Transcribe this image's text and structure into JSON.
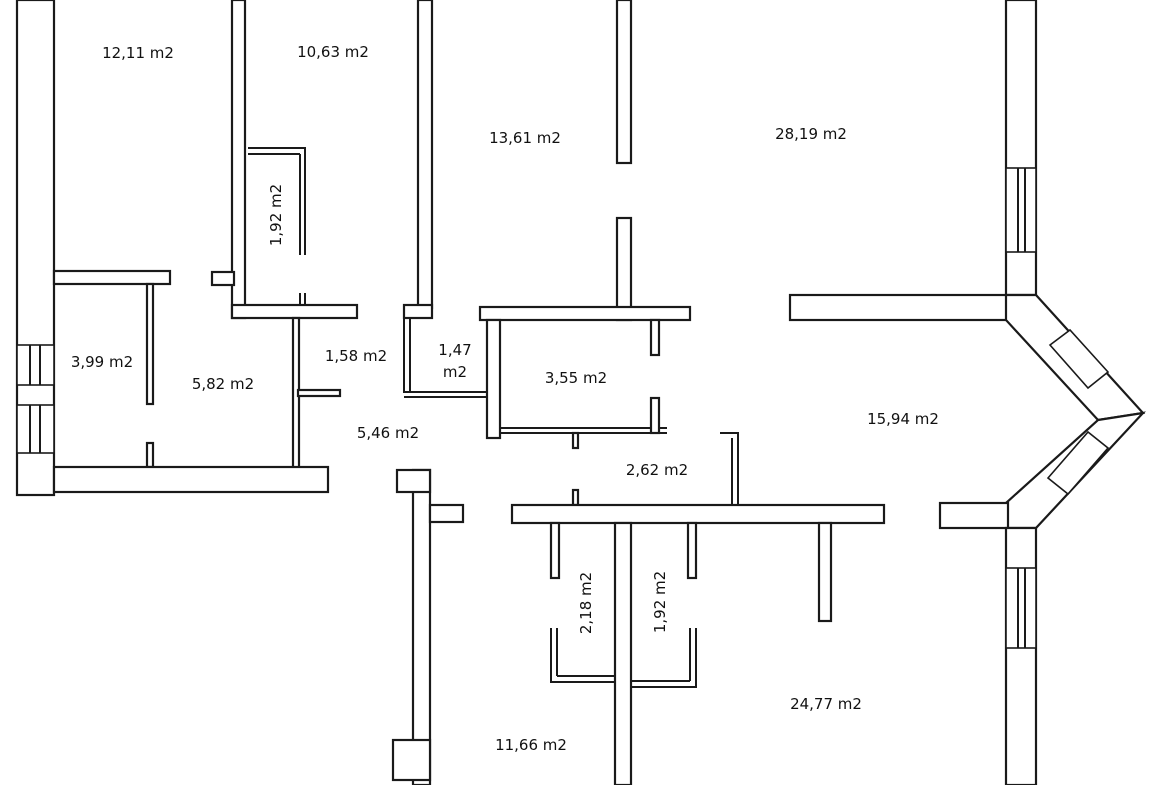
{
  "rooms": [
    {
      "id": "r1",
      "area": "12,11 m2"
    },
    {
      "id": "r2",
      "area": "10,63 m2"
    },
    {
      "id": "r3",
      "area": "13,61 m2"
    },
    {
      "id": "r4",
      "area": "28,19 m2"
    },
    {
      "id": "r5",
      "area": "1,92 m2"
    },
    {
      "id": "r6",
      "area": "3,99 m2"
    },
    {
      "id": "r7",
      "area": "5,82 m2"
    },
    {
      "id": "r8",
      "area": "1,58 m2"
    },
    {
      "id": "r9",
      "area_line1": "1,47",
      "area_line2": "m2"
    },
    {
      "id": "r10",
      "area": "3,55 m2"
    },
    {
      "id": "r11",
      "area": "15,94 m2"
    },
    {
      "id": "r12",
      "area": "5,46 m2"
    },
    {
      "id": "r13",
      "area": "2,62 m2"
    },
    {
      "id": "r14",
      "area": "2,18 m2"
    },
    {
      "id": "r15",
      "area": "1,92 m2"
    },
    {
      "id": "r16",
      "area": "24,77 m2"
    },
    {
      "id": "r17",
      "area": "11,66 m2"
    }
  ]
}
